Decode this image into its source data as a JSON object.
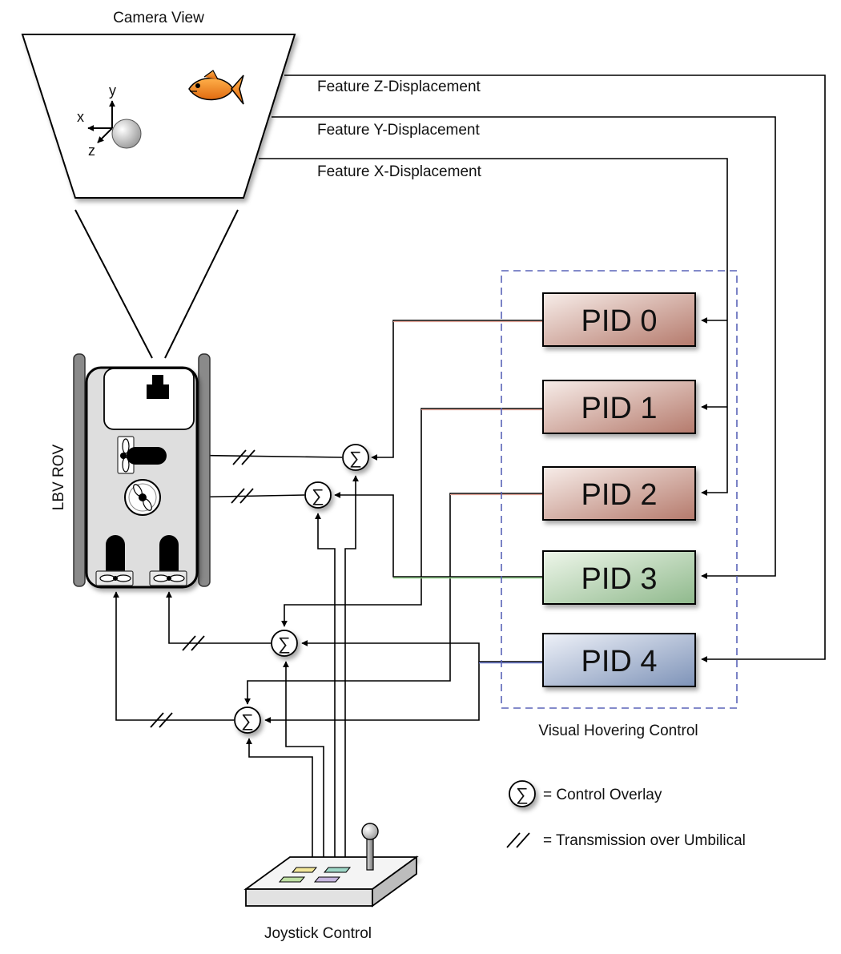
{
  "labels": {
    "camera_view": "Camera View",
    "feature_z": "Feature Z-Displacement",
    "feature_y": "Feature Y-Displacement",
    "feature_x": "Feature X-Displacement",
    "rov": "LBV ROV",
    "visual_hovering": "Visual Hovering Control",
    "joystick": "Joystick Control"
  },
  "axes": {
    "x": "x",
    "y": "y",
    "z": "z"
  },
  "sigma_symbol": "∑",
  "pids": [
    {
      "label": "PID 0",
      "color_start": "#f7ede9",
      "color_end": "#b57a6c"
    },
    {
      "label": "PID 1",
      "color_start": "#f7ede9",
      "color_end": "#b57a6c"
    },
    {
      "label": "PID 2",
      "color_start": "#f7ede9",
      "color_end": "#b57a6c"
    },
    {
      "label": "PID 3",
      "color_start": "#eef6ea",
      "color_end": "#8fb98c"
    },
    {
      "label": "PID 4",
      "color_start": "#eef1f8",
      "color_end": "#7e93b8"
    }
  ],
  "legend": {
    "control_overlay": "= Control Overlay",
    "transmission": "= Transmission over Umbilical"
  },
  "colors": {
    "pid_red_wire": "#e8a598",
    "pid_green_wire": "#8ccf85",
    "pid_blue_wire": "#6f7fd6",
    "dashed_box": "#5a64b8",
    "fish": "#f08a1c"
  }
}
